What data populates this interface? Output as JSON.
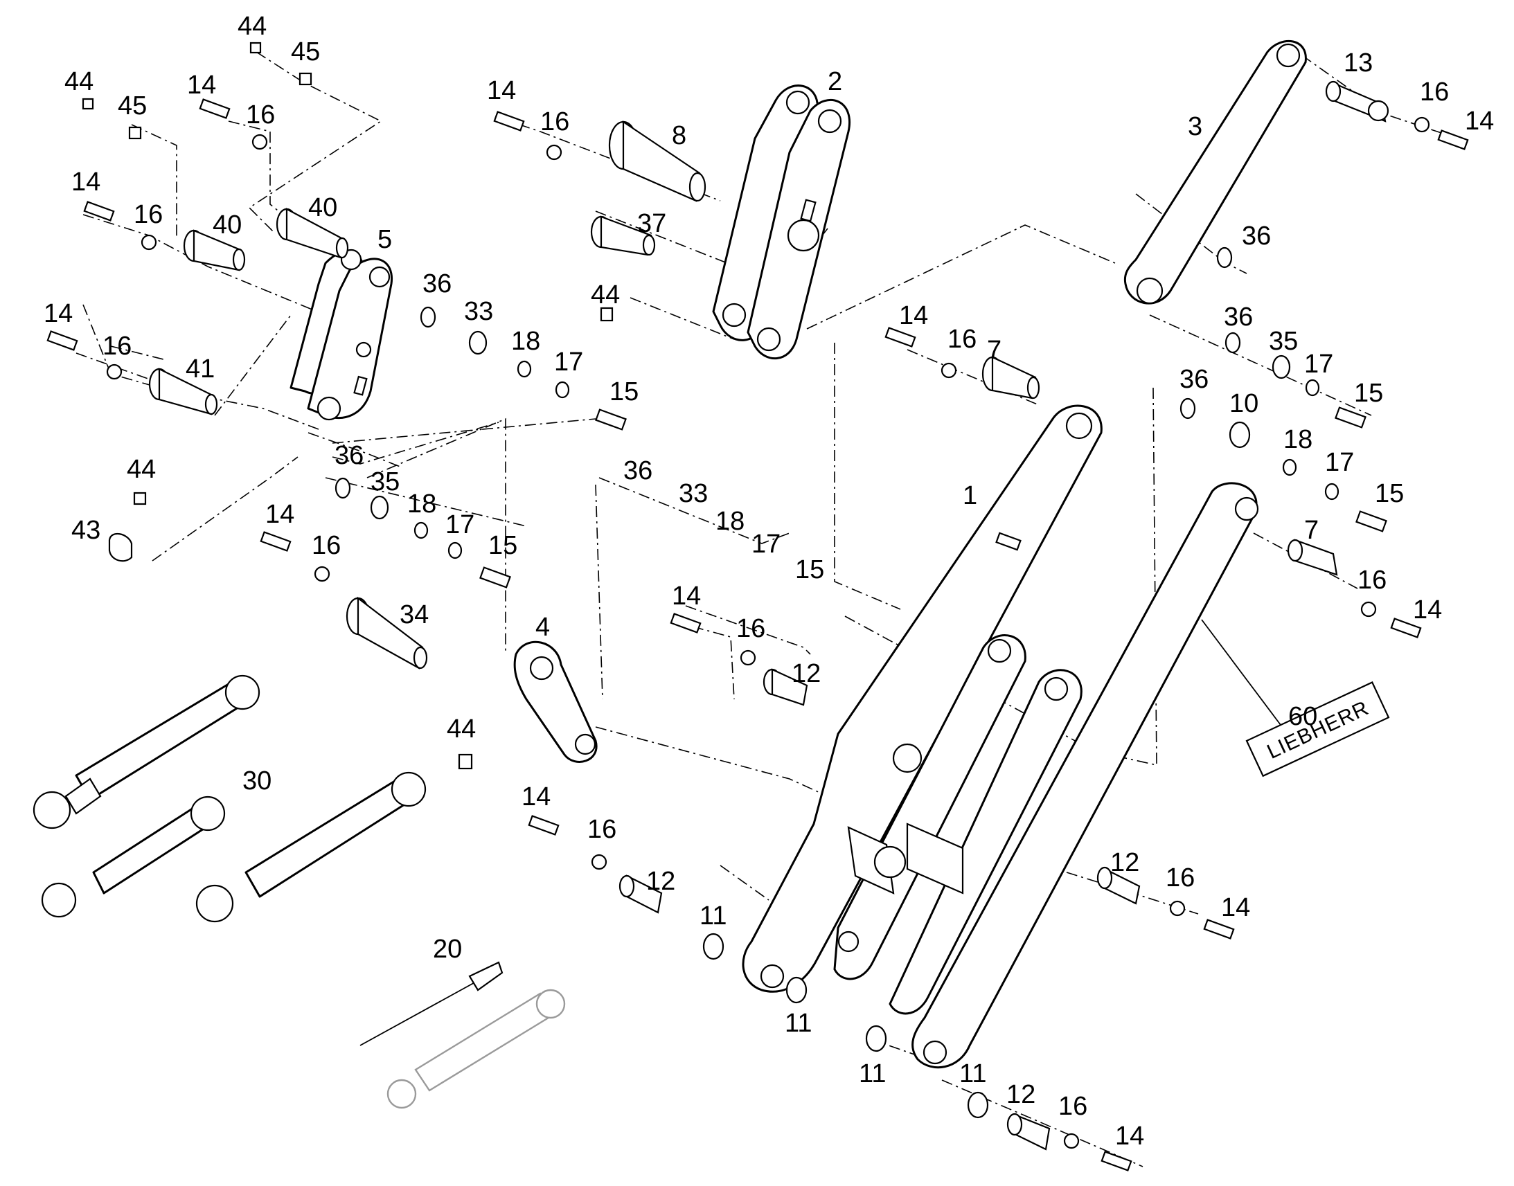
{
  "diagram": {
    "brand_label": "LIEBHERR",
    "callouts": [
      {
        "id": "c-44a",
        "text": "44"
      },
      {
        "id": "c-45a",
        "text": "45"
      },
      {
        "id": "c-44b",
        "text": "44"
      },
      {
        "id": "c-45b",
        "text": "45"
      },
      {
        "id": "c-14a",
        "text": "14"
      },
      {
        "id": "c-16a",
        "text": "16"
      },
      {
        "id": "c-14b",
        "text": "14"
      },
      {
        "id": "c-16b",
        "text": "16"
      },
      {
        "id": "c-40a",
        "text": "40"
      },
      {
        "id": "c-40b",
        "text": "40"
      },
      {
        "id": "c-5",
        "text": "5"
      },
      {
        "id": "c-14c",
        "text": "14"
      },
      {
        "id": "c-16c",
        "text": "16"
      },
      {
        "id": "c-41",
        "text": "41"
      },
      {
        "id": "c-36a",
        "text": "36"
      },
      {
        "id": "c-33a",
        "text": "33"
      },
      {
        "id": "c-18a",
        "text": "18"
      },
      {
        "id": "c-17a",
        "text": "17"
      },
      {
        "id": "c-15a",
        "text": "15"
      },
      {
        "id": "c-44c",
        "text": "44"
      },
      {
        "id": "c-43",
        "text": "43"
      },
      {
        "id": "c-36b",
        "text": "36"
      },
      {
        "id": "c-35a",
        "text": "35"
      },
      {
        "id": "c-18b",
        "text": "18"
      },
      {
        "id": "c-17b",
        "text": "17"
      },
      {
        "id": "c-15b",
        "text": "15"
      },
      {
        "id": "c-14d",
        "text": "14"
      },
      {
        "id": "c-16d",
        "text": "16"
      },
      {
        "id": "c-34",
        "text": "34"
      },
      {
        "id": "c-30",
        "text": "30"
      },
      {
        "id": "c-14e",
        "text": "14"
      },
      {
        "id": "c-16e",
        "text": "16"
      },
      {
        "id": "c-8",
        "text": "8"
      },
      {
        "id": "c-2",
        "text": "2"
      },
      {
        "id": "c-37",
        "text": "37"
      },
      {
        "id": "c-44d",
        "text": "44"
      },
      {
        "id": "c-13",
        "text": "13"
      },
      {
        "id": "c-16f",
        "text": "16"
      },
      {
        "id": "c-14f",
        "text": "14"
      },
      {
        "id": "c-3",
        "text": "3"
      },
      {
        "id": "c-36c",
        "text": "36"
      },
      {
        "id": "c-14g",
        "text": "14"
      },
      {
        "id": "c-16g",
        "text": "16"
      },
      {
        "id": "c-7a",
        "text": "7"
      },
      {
        "id": "c-36d",
        "text": "36"
      },
      {
        "id": "c-35b",
        "text": "35"
      },
      {
        "id": "c-17c",
        "text": "17"
      },
      {
        "id": "c-15c",
        "text": "15"
      },
      {
        "id": "c-36e",
        "text": "36"
      },
      {
        "id": "c-10",
        "text": "10"
      },
      {
        "id": "c-18c",
        "text": "18"
      },
      {
        "id": "c-17d",
        "text": "17"
      },
      {
        "id": "c-15d",
        "text": "15"
      },
      {
        "id": "c-1",
        "text": "1"
      },
      {
        "id": "c-36f",
        "text": "36"
      },
      {
        "id": "c-33b",
        "text": "33"
      },
      {
        "id": "c-18d",
        "text": "18"
      },
      {
        "id": "c-17e",
        "text": "17"
      },
      {
        "id": "c-15e",
        "text": "15"
      },
      {
        "id": "c-14h",
        "text": "14"
      },
      {
        "id": "c-16h",
        "text": "16"
      },
      {
        "id": "c-12a",
        "text": "12"
      },
      {
        "id": "c-4",
        "text": "4"
      },
      {
        "id": "c-44e",
        "text": "44"
      },
      {
        "id": "c-7b",
        "text": "7"
      },
      {
        "id": "c-16i",
        "text": "16"
      },
      {
        "id": "c-14i",
        "text": "14"
      },
      {
        "id": "c-60",
        "text": "60"
      },
      {
        "id": "c-14j",
        "text": "14"
      },
      {
        "id": "c-16j",
        "text": "16"
      },
      {
        "id": "c-12b",
        "text": "12"
      },
      {
        "id": "c-11a",
        "text": "11"
      },
      {
        "id": "c-11b",
        "text": "11"
      },
      {
        "id": "c-20",
        "text": "20"
      },
      {
        "id": "c-12c",
        "text": "12"
      },
      {
        "id": "c-16k",
        "text": "16"
      },
      {
        "id": "c-14k",
        "text": "14"
      },
      {
        "id": "c-11c",
        "text": "11"
      },
      {
        "id": "c-11d",
        "text": "11"
      },
      {
        "id": "c-12d",
        "text": "12"
      },
      {
        "id": "c-16l",
        "text": "16"
      },
      {
        "id": "c-14l",
        "text": "14"
      }
    ]
  }
}
